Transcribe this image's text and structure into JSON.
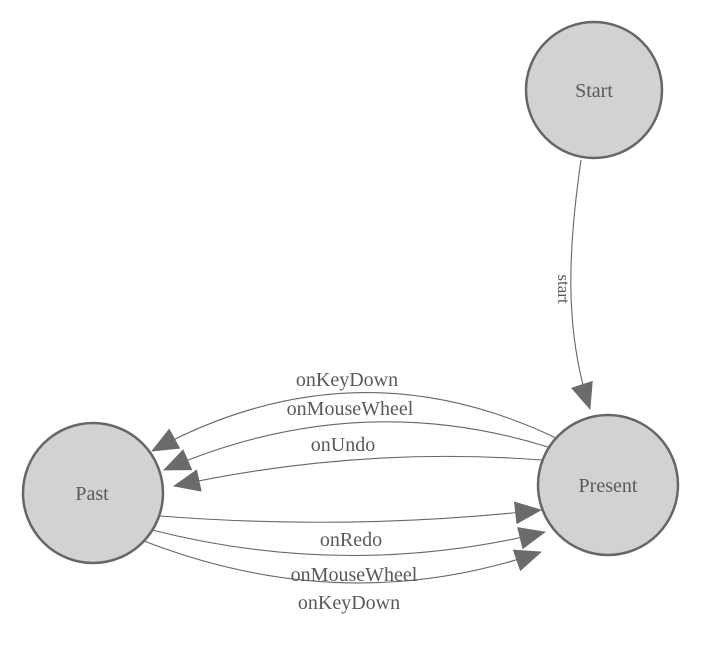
{
  "diagram": {
    "type": "state-machine",
    "background": "#ffffff",
    "colors": {
      "node_fill": "#d2d2d2",
      "node_stroke": "#666666",
      "edge_stroke": "#666666",
      "arrow_fill": "#6b6b6b",
      "text": "#595959"
    },
    "nodes": [
      {
        "id": "start",
        "label": "Start"
      },
      {
        "id": "present",
        "label": "Present"
      },
      {
        "id": "past",
        "label": "Past"
      }
    ],
    "edges": [
      {
        "from": "start",
        "to": "present",
        "label": "start"
      },
      {
        "from": "present",
        "to": "past",
        "label": "onKeyDown"
      },
      {
        "from": "present",
        "to": "past",
        "label": "onMouseWheel"
      },
      {
        "from": "present",
        "to": "past",
        "label": "onUndo"
      },
      {
        "from": "past",
        "to": "present",
        "label": "onRedo"
      },
      {
        "from": "past",
        "to": "present",
        "label": "onMouseWheel"
      },
      {
        "from": "past",
        "to": "present",
        "label": "onKeyDown"
      }
    ]
  }
}
